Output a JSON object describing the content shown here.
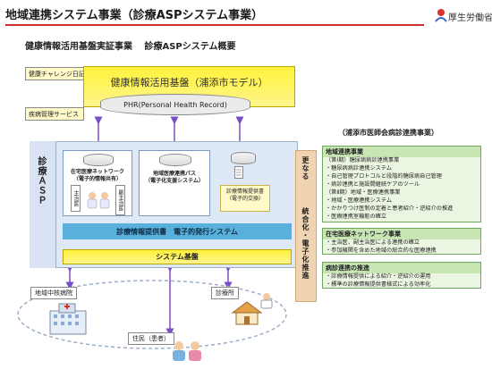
{
  "header": {
    "title": "地域連携システム事業（診療ASPシステム事業）",
    "logo_text": "厚生労働省"
  },
  "subtitle": "健康情報活用基盤実証事業　 診療ASPシステム概要",
  "top_left": {
    "challenge": "健康チャレンジ日記",
    "disease_mgmt": "疾病管理サービス"
  },
  "kiban": {
    "title": "健康情報活用基盤（浦添市モデル）",
    "phr": "PHR(Personal Health Record)"
  },
  "asp": {
    "side_label": "診療ＡＳＰ",
    "nodes": [
      {
        "title_1": "在宅医療ネットワーク",
        "title_2": "（電子的情報共有）"
      },
      {
        "title_1": "地域医療連携パス",
        "title_2": "（電子化支援システム）"
      },
      {
        "title_1": "診療情報提供書",
        "title_2": "（電子的交換）"
      }
    ],
    "roles": [
      "主治医",
      "副主治医"
    ],
    "issuance_bar": "診療情報提供書　電子的発行システム",
    "system_base": "システム基盤"
  },
  "middle_band": {
    "top": "更なる",
    "bottom": "統合化・電子化推進"
  },
  "right": {
    "title": "（浦添市医師会病診連携事業）",
    "panels": [
      {
        "heading": "地域連携事業",
        "items": [
          "（第Ⅰ期）糖尿病病診連携事業",
          "・糖尿病病診連携システム",
          "・自己管理プロトコルと段階的糖尿病自己管理",
          "・病診連携と施設間継続ケアのツール",
          "（第Ⅱ期）地域・医療連携事業",
          "・地域・医療連携システム",
          "・かかりつけ医制の定着と患者紹介・逆紹介の推進",
          "・医療連携室機能の確立"
        ]
      },
      {
        "heading": "在宅医療ネットワーク事業",
        "items": [
          "・主治医、副主治医による連携の確立",
          "・参加機関を含めた地域の総合的な医療連携"
        ]
      },
      {
        "heading": "病診連携の推進",
        "items": [
          "・診療情報提供による紹介・逆紹介の運用",
          "・標準の診療情報提供書様式による効率化"
        ]
      }
    ]
  },
  "bottom": {
    "hospital": "地域中核病院",
    "clinic": "診療所",
    "residents": "住民（患者）"
  },
  "colors": {
    "accent_red": "#cc2e2e",
    "kiban_yellow": "#fff23a",
    "asp_blue": "#dfe8f6",
    "teal": "#5ab0dc",
    "green_panel": "#ebf6e2",
    "arrow_purple": "#7a4dc8"
  }
}
